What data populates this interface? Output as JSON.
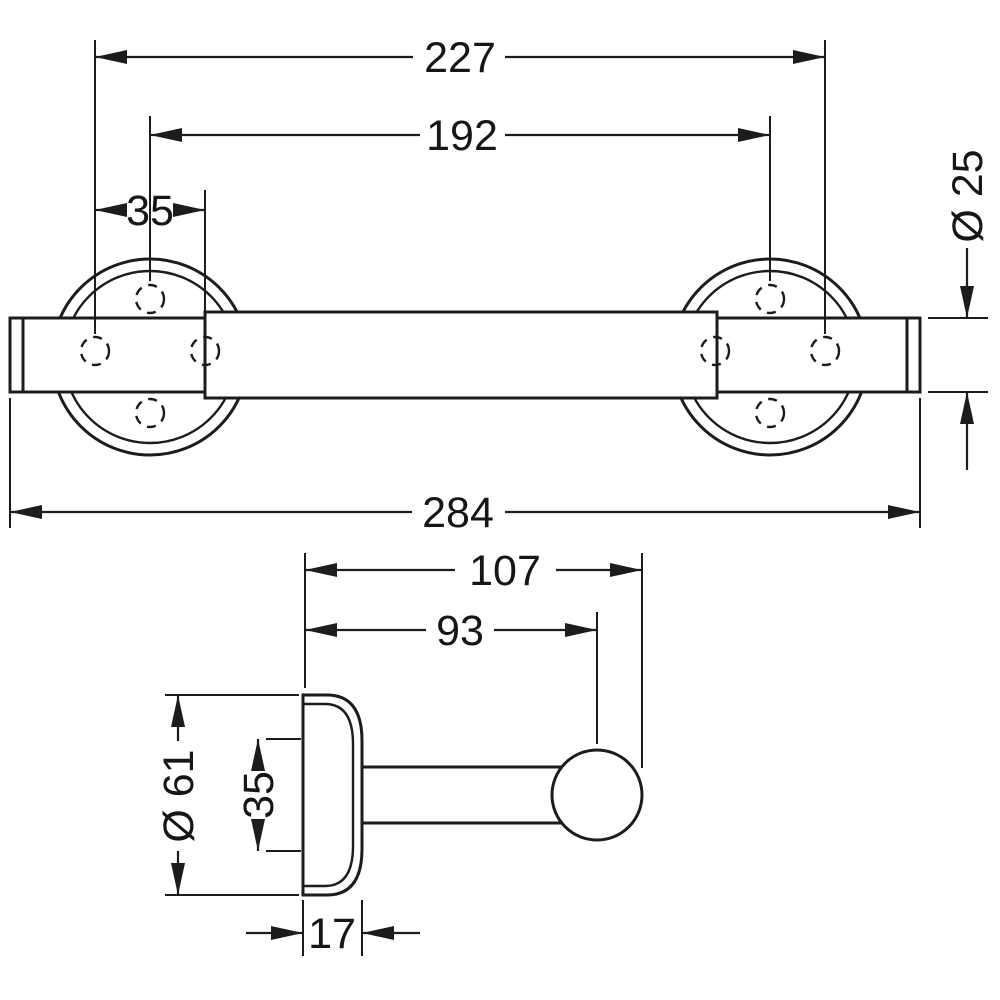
{
  "colors": {
    "line": "#1c1c1c",
    "background": "#ffffff",
    "end_cap": "#8f8f8f"
  },
  "front_view": {
    "dim_outer_holes": "227",
    "dim_flange_centers": "192",
    "dim_hole_pitch": "35",
    "dim_bar_diameter": "Ø 25",
    "dim_overall_length": "284"
  },
  "side_view": {
    "dim_total_depth": "107",
    "dim_center_depth": "93",
    "dim_flange_diameter": "Ø 61",
    "dim_hole_pitch": "35",
    "dim_plate_depth": "17"
  }
}
